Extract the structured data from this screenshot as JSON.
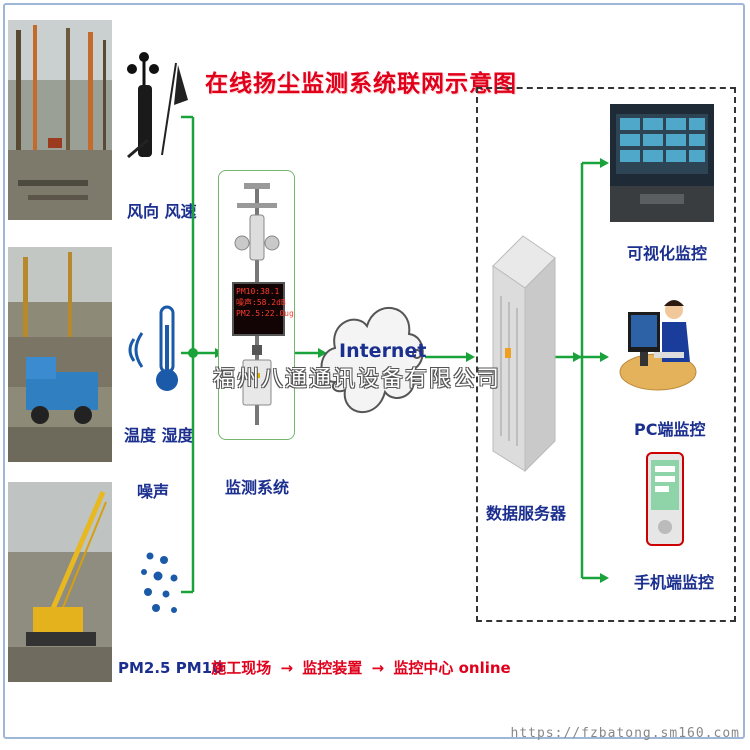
{
  "title": "在线扬尘监测系统联网示意图",
  "sensors": {
    "wind_label": "风向 风速",
    "temp_label": "温度 湿度",
    "noise_label": "噪声",
    "pm_label": "PM2.5 PM10"
  },
  "monitor": {
    "label": "监测系统",
    "led_lines": [
      "PM10:38.1",
      "噪声:58.2dB",
      "PM2.5:22.0ug"
    ]
  },
  "network": {
    "cloud_label": "Internet"
  },
  "server": {
    "label": "数据服务器"
  },
  "clients": {
    "visual_label": "可视化监控",
    "pc_label": "PC端监控",
    "mobile_label": "手机端监控"
  },
  "flow": {
    "site": "施工现场",
    "arrow1": "→",
    "device": "监控装置",
    "arrow2": "→",
    "center": "监控中心 online"
  },
  "watermark": "福州八通通讯设备有限公司",
  "site_url": "https://fzbatong.sm160.com",
  "colors": {
    "title": "#e0001b",
    "label_blue": "#1b2f8f",
    "line_green": "#1aa33a"
  }
}
